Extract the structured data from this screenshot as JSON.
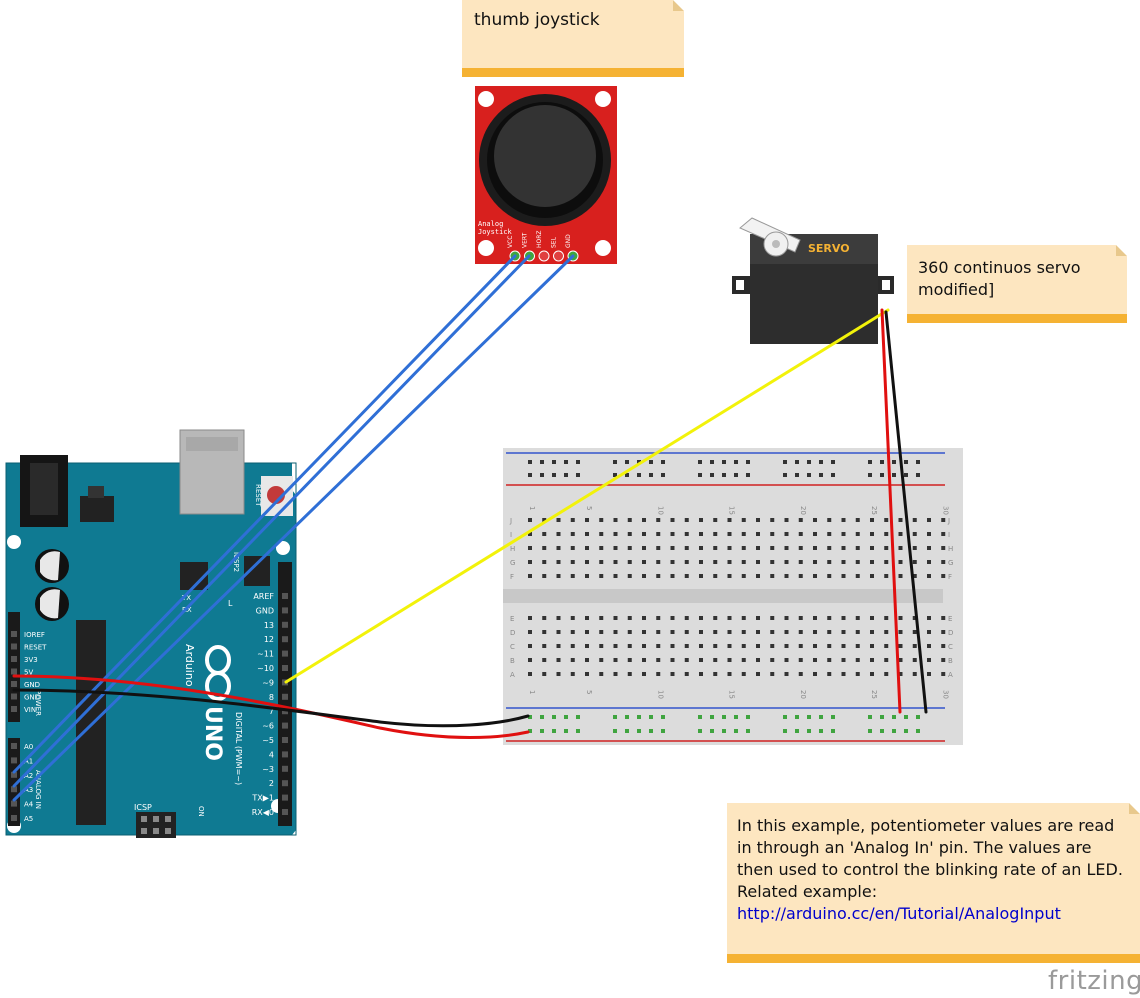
{
  "notes": {
    "joystick": "thumb joystick",
    "servo_line1": "360 continuos servo",
    "servo_line2": "modified]",
    "info_text": "In this example, potentiometer values are read in through an 'Analog In' pin. The values are then used to control the blinking rate of an LED. Related example: ",
    "info_link": "http://arduino.cc/en/Tutorial/AnalogInput"
  },
  "joystick": {
    "label_line1": "Analog",
    "label_line2": "Joystick",
    "pins": [
      "VCC",
      "VERT",
      "HORZ",
      "SEL",
      "GND"
    ]
  },
  "servo": {
    "label": "SERVO"
  },
  "arduino": {
    "reset": "RESET",
    "icsp2": "ICSP2",
    "tx": "TX",
    "rx": "RX",
    "l": "L",
    "brand": "Arduino",
    "model": "UNO",
    "digital": "DIGITAL (PWM=~)",
    "analog_in": "ANALOG IN",
    "power": "POWER",
    "icsp": "ICSP",
    "on": "ON",
    "power_pins": [
      "IOREF",
      "RESET",
      "3V3",
      "5V",
      "GND",
      "GND",
      "VIN"
    ],
    "analog_pins": [
      "A0",
      "A1",
      "A2",
      "A3",
      "A4",
      "A5"
    ],
    "digital_pins": [
      "AREF",
      "GND",
      "13",
      "12",
      "~11",
      "~10",
      "~9",
      "8",
      "7",
      "~6",
      "~5",
      "4",
      "~3",
      "2",
      "TX▶1",
      "RX◀0"
    ]
  },
  "breadboard": {
    "top_numbers": [
      "1",
      "5",
      "10",
      "15",
      "20",
      "25",
      "30"
    ],
    "bottom_numbers": [
      "1",
      "5",
      "10",
      "15",
      "20",
      "25",
      "30"
    ],
    "rows_top": [
      "J",
      "I",
      "H",
      "G",
      "F"
    ],
    "rows_bottom": [
      "E",
      "D",
      "C",
      "B",
      "A"
    ]
  },
  "wire_colors": {
    "joystick": "#2f6fd6",
    "signal": "#f2f20a",
    "power": "#e01010",
    "ground": "#111111"
  },
  "brand": "fritzing"
}
